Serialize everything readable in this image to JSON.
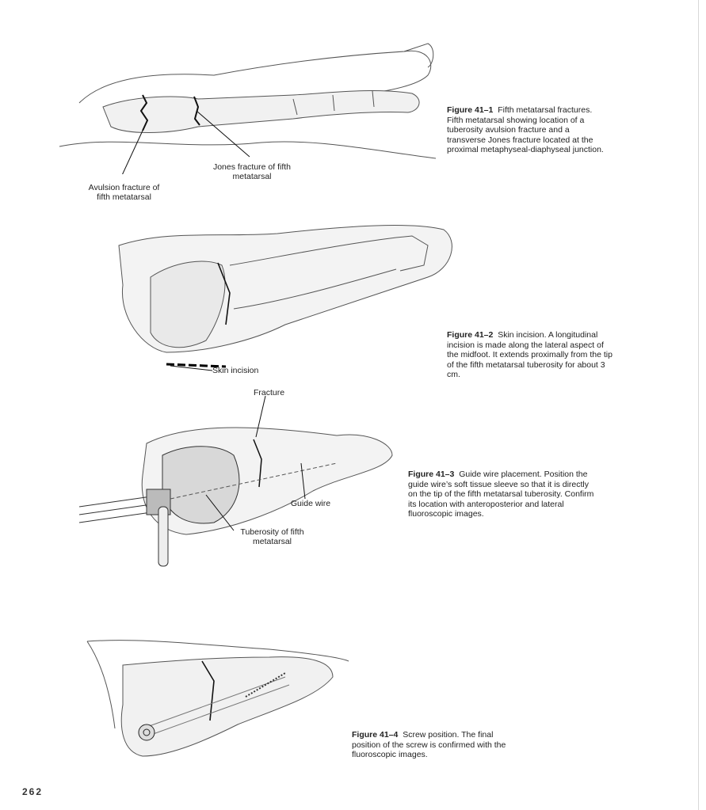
{
  "figures": [
    {
      "number": "Figure 41–1",
      "caption": "Fifth metatarsal fractures. Fifth metatarsal showing location of a tuberosity avulsion fracture and a transverse Jones fracture located at the proximal metaphyseal-diaphyseal junction.",
      "labels": [
        "Jones fracture of fifth metatarsal",
        "Avulsion fracture of fifth metatarsal"
      ]
    },
    {
      "number": "Figure 41–2",
      "caption": "Skin incision. A longitudinal incision is made along the lateral aspect of the midfoot. It extends proximally from the tip of the fifth metatarsal tuberosity for about 3 cm.",
      "labels": [
        "Skin incision"
      ]
    },
    {
      "number": "Figure 41–3",
      "caption": "Guide wire placement. Position the guide wire’s soft tissue sleeve so that it is directly on the tip of the fifth metatarsal tuberosity. Confirm its location with anteroposterior and lateral fluoroscopic images.",
      "labels": [
        "Fracture",
        "Guide wire",
        "Tuberosity of fifth metatarsal"
      ]
    },
    {
      "number": "Figure 41–4",
      "caption": "Screw position. The final position of the screw is confirmed with the fluoroscopic images.",
      "labels": []
    }
  ],
  "page_number": "262"
}
